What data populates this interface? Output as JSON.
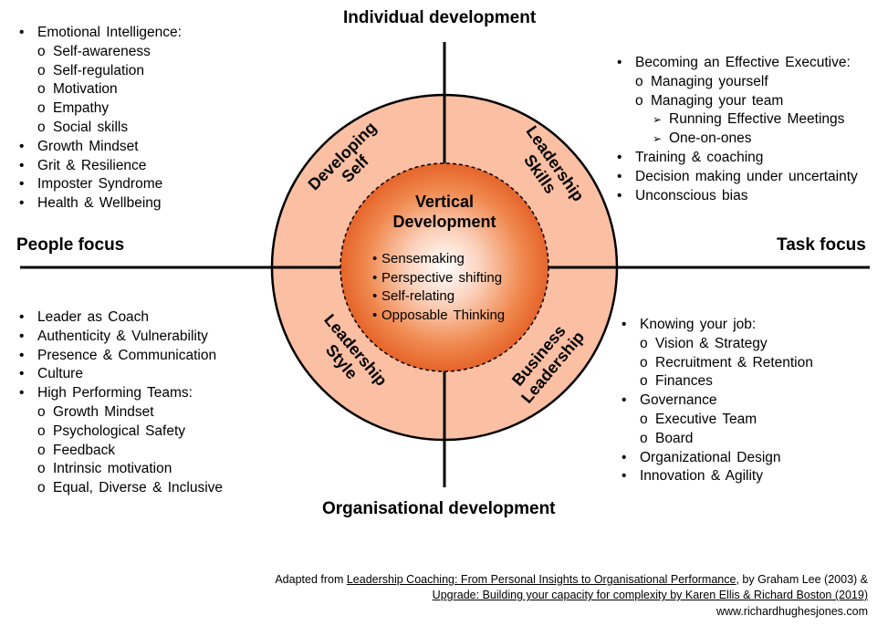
{
  "axes": {
    "top": "Individual development",
    "bottom": "Organisational development",
    "left": "People focus",
    "right": "Task focus"
  },
  "center": {
    "title_line1": "Vertical",
    "title_line2": "Development",
    "items": [
      "Sensemaking",
      "Perspective shifting",
      "Self-relating",
      "Opposable Thinking"
    ]
  },
  "segments": {
    "top_left": [
      "Developing",
      "Self"
    ],
    "top_right": [
      "Leadership",
      "Skills"
    ],
    "bottom_left": [
      "Leadership",
      "Style"
    ],
    "bottom_right": [
      "Business",
      "Leadership"
    ]
  },
  "lists": {
    "top_left": {
      "ei": "Emotional Intelligence:",
      "ei_items": [
        "Self-awareness",
        "Self-regulation",
        "Motivation",
        "Empathy",
        "Social skills"
      ],
      "rest": [
        "Growth Mindset",
        "Grit & Resilience",
        "Imposter Syndrome",
        "Health & Wellbeing"
      ]
    },
    "top_right": {
      "exec": "Becoming an Effective Executive:",
      "managing_yourself": "Managing yourself",
      "managing_team": "Managing your team",
      "team_items": [
        "Running Effective Meetings",
        "One-on-ones"
      ],
      "rest": [
        "Training & coaching",
        "Decision making under uncertainty",
        "Unconscious bias"
      ]
    },
    "bottom_left": {
      "top_items": [
        "Leader as Coach",
        "Authenticity & Vulnerability",
        "Presence & Communication",
        "Culture"
      ],
      "hpt": "High Performing Teams:",
      "hpt_items": [
        "Growth Mindset",
        "Psychological Safety",
        "Feedback",
        "Intrinsic motivation",
        "Equal, Diverse & Inclusive"
      ]
    },
    "bottom_right": {
      "kyj": "Knowing your job:",
      "kyj_items": [
        "Vision & Strategy",
        "Recruitment & Retention",
        "Finances"
      ],
      "gov": "Governance",
      "gov_items": [
        "Executive Team",
        "Board"
      ],
      "rest": [
        "Organizational Design",
        "Innovation & Agility"
      ]
    }
  },
  "credit": {
    "prefix": "Adapted from ",
    "book1": "Leadership Coaching: From Personal Insights to Organisational Performance",
    "mid": ", by Graham Lee (2003) &",
    "book2": "Upgrade: Building your capacity for complexity by Karen Ellis & Richard Boston (2019)",
    "website": "www.richardhughesjones.com"
  },
  "colors": {
    "ring_fill": "#fbbfa3",
    "core_outer": "#e8682a",
    "core_inner": "#ffffff",
    "line": "#000000"
  }
}
